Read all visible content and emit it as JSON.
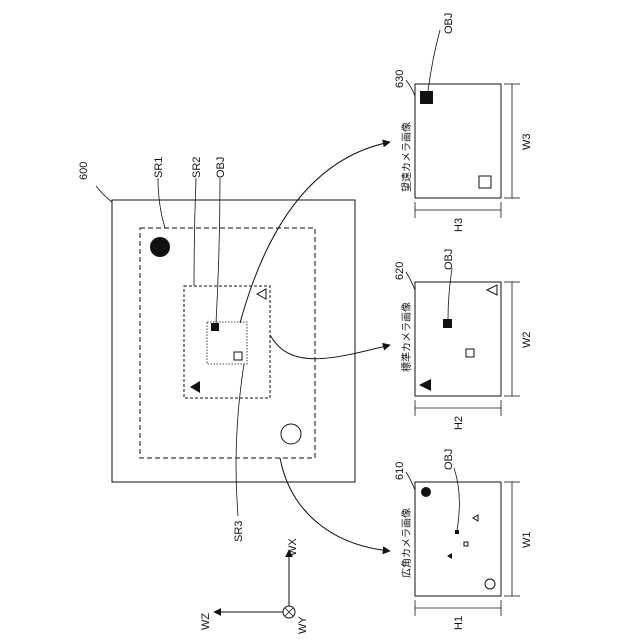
{
  "labels": {
    "fig600": "600",
    "sr1": "SR1",
    "sr2": "SR2",
    "sr3": "SR3",
    "obj_main": "OBJ",
    "img610": "610",
    "img620": "620",
    "img630": "630",
    "obj610": "OBJ",
    "obj620": "OBJ",
    "obj630": "OBJ",
    "cap610": "広角カメラ画像",
    "cap620": "標準カメラ画像",
    "cap630": "望遠カメラ画像",
    "w1": "W1",
    "w2": "W2",
    "w3": "W3",
    "h1": "H1",
    "h2": "H2",
    "h3": "H3",
    "wx": "WX",
    "wy": "WY",
    "wz": "WZ"
  }
}
